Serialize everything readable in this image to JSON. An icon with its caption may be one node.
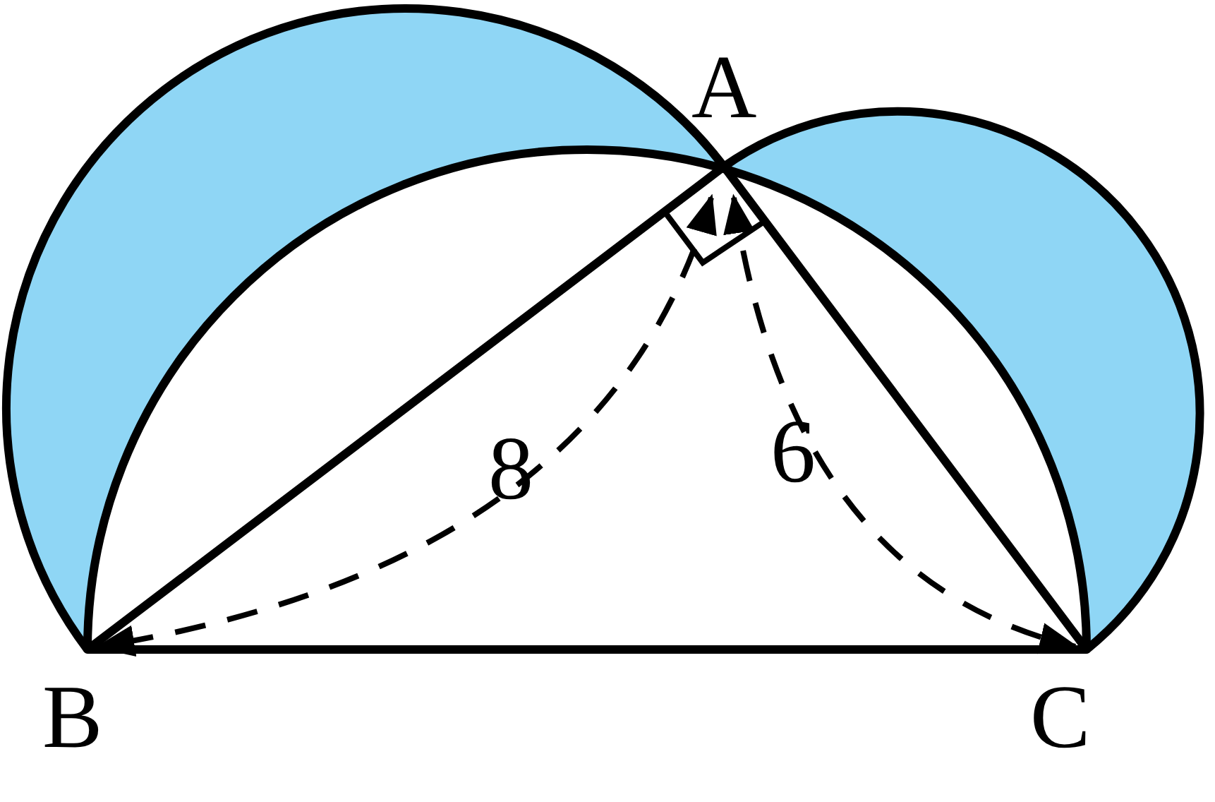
{
  "diagram": {
    "labels": [
      "A",
      "8",
      "6",
      "B",
      "C"
    ]
  }
}
